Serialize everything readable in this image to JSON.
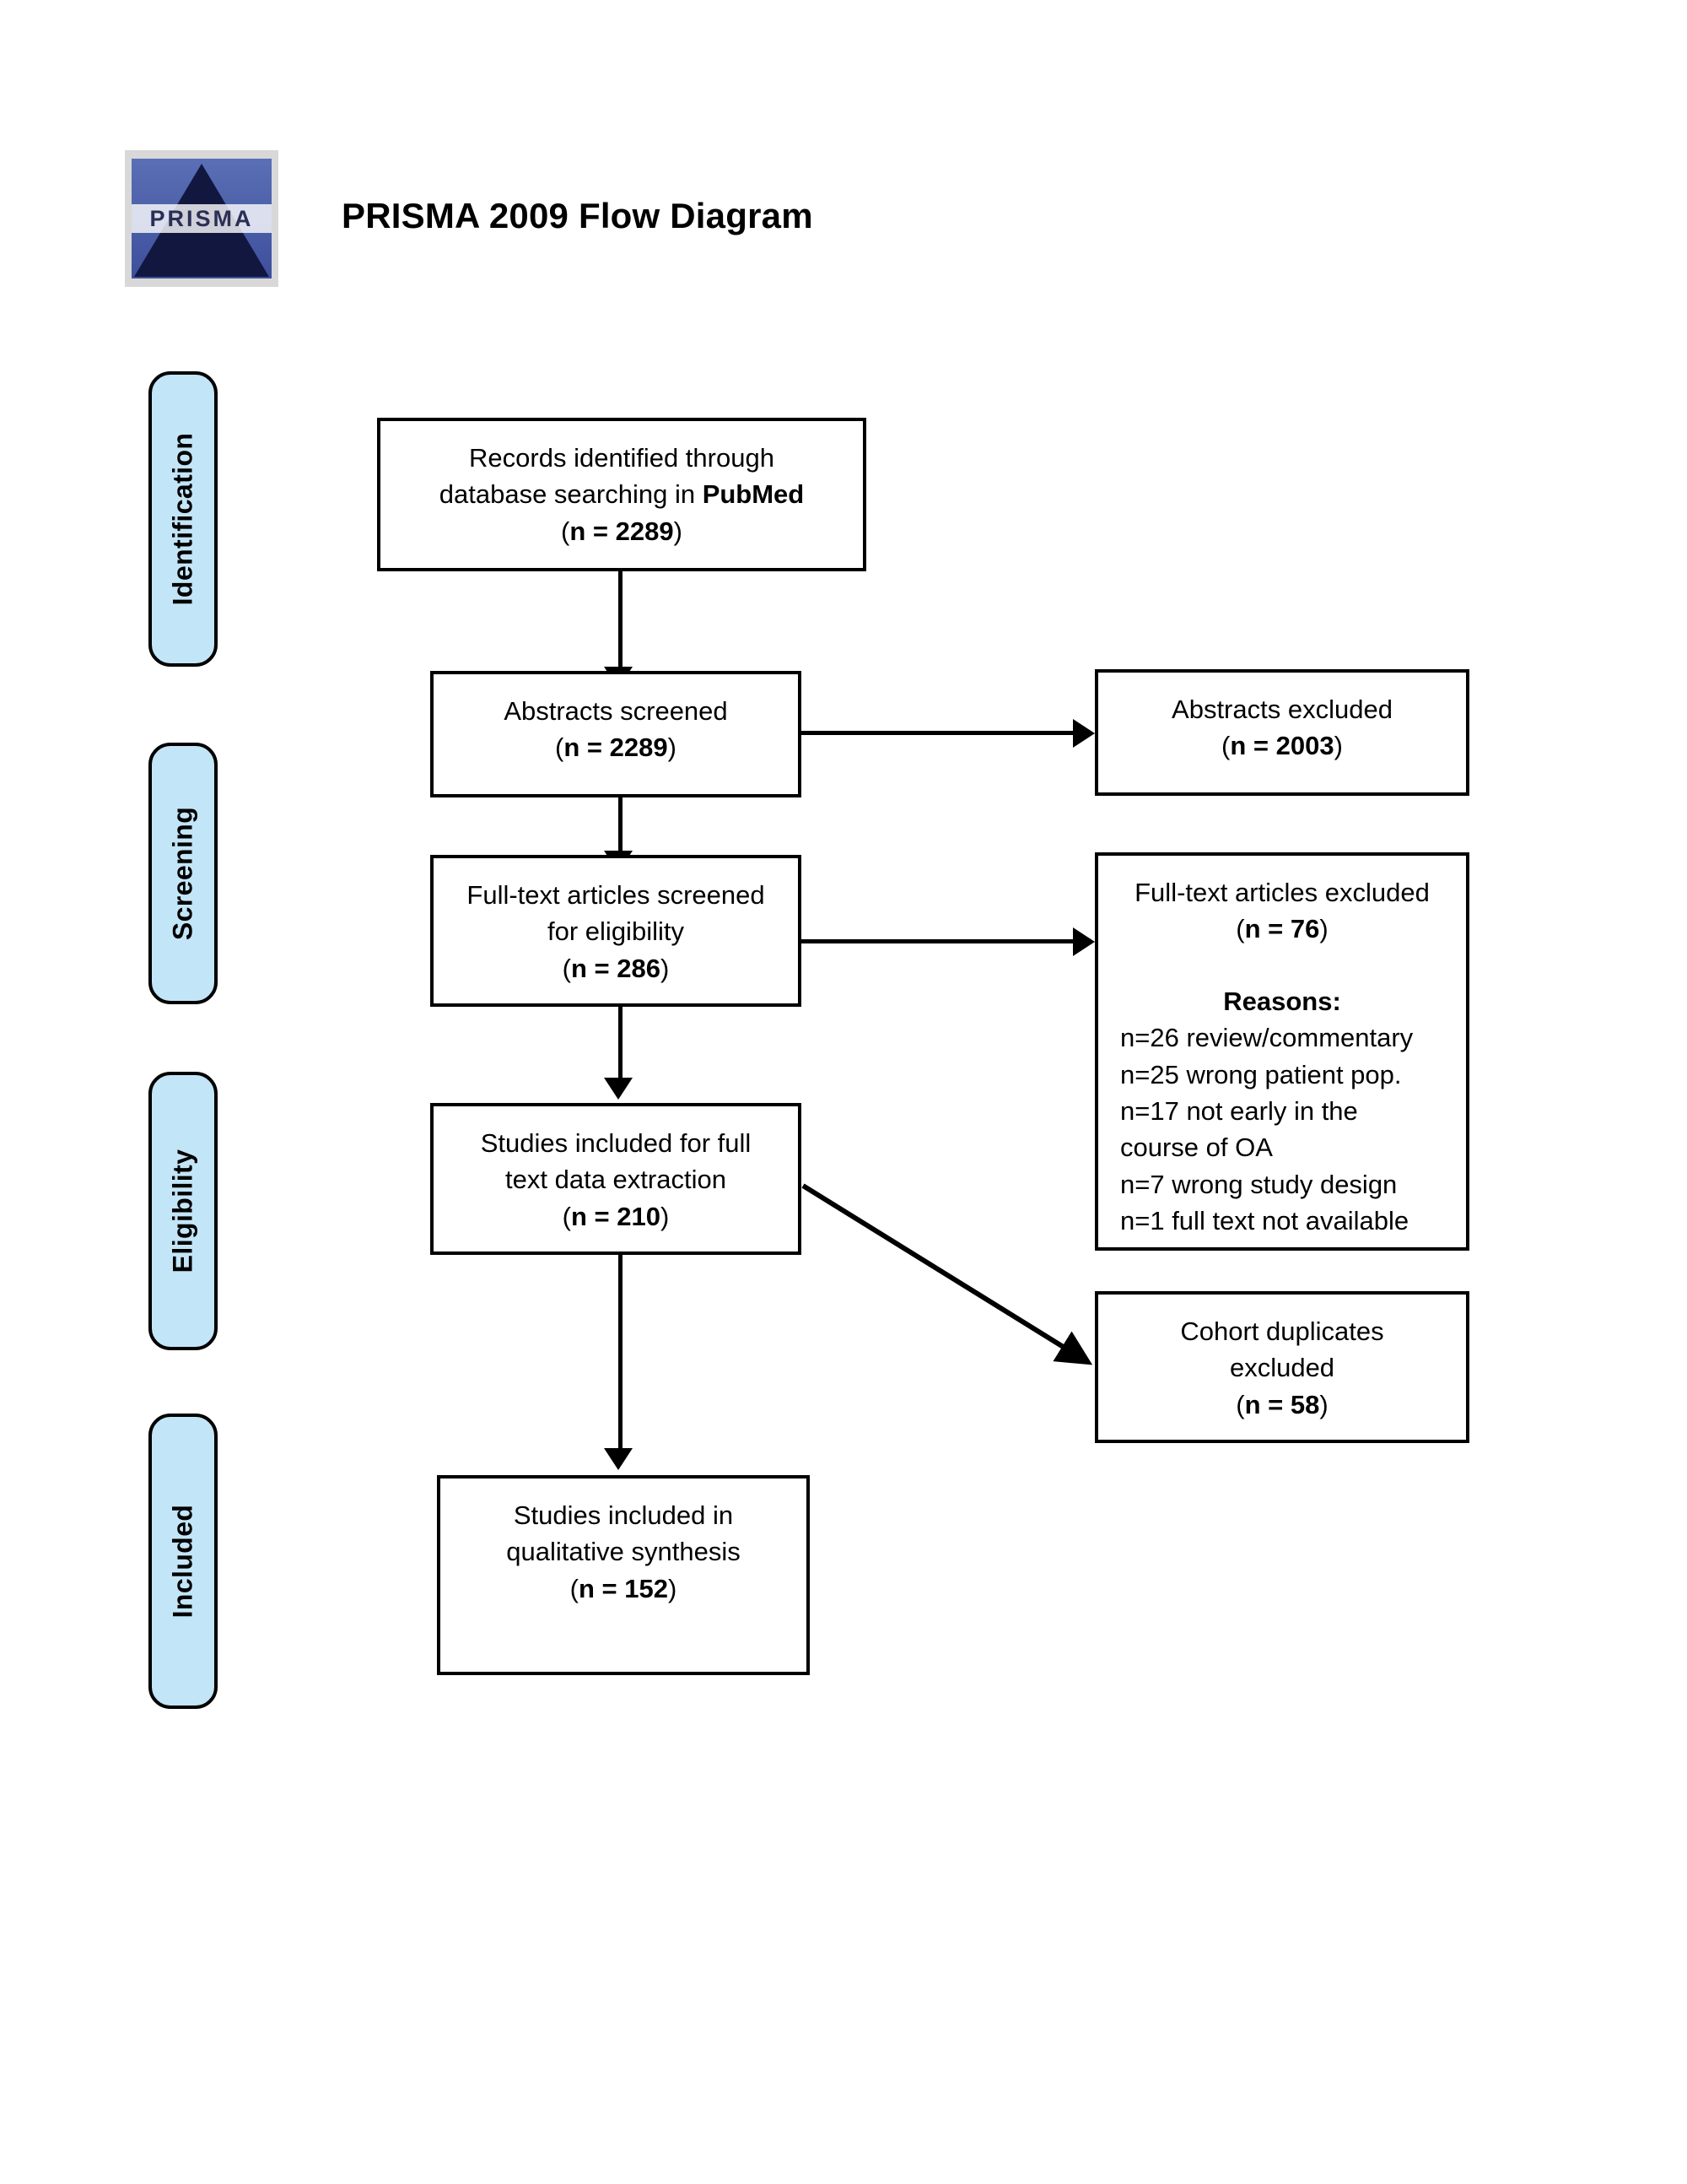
{
  "header": {
    "title": "PRISMA 2009 Flow Diagram",
    "logo_word": "PRISMA"
  },
  "phases": [
    {
      "key": "identification",
      "label": "Identification"
    },
    {
      "key": "screening",
      "label": "Screening"
    },
    {
      "key": "eligibility",
      "label": "Eligibility"
    },
    {
      "key": "included",
      "label": "Included"
    }
  ],
  "boxes": {
    "records_identified": {
      "line1": "Records identified through",
      "line2_pre": "database searching in ",
      "line2_bold": "PubMed",
      "count_open": "(",
      "count_bold": "n = 2289",
      "count_close": ")"
    },
    "abstracts_screened": {
      "line1": "Abstracts screened",
      "count_open": "(",
      "count_bold": "n = 2289",
      "count_close": ")"
    },
    "abstracts_excluded": {
      "line1": "Abstracts excluded",
      "count_open": "(",
      "count_bold": "n = 2003",
      "count_close": ")"
    },
    "fulltext_screened": {
      "line1": "Full-text articles screened",
      "line2": "for eligibility",
      "count_open": "(",
      "count_bold": "n = 286",
      "count_close": ")"
    },
    "fulltext_excluded": {
      "line1": "Full-text articles excluded",
      "count_open": "(",
      "count_bold": "n = 76",
      "count_close": ")",
      "reasons_heading": "Reasons:",
      "reasons": [
        "n=26 review/commentary",
        "n=25 wrong patient pop.",
        "n=17 not early in the",
        "course of OA",
        "n=7 wrong study design",
        "n=1 full text not available"
      ]
    },
    "studies_extraction": {
      "line1": "Studies included for full",
      "line2": "text data extraction",
      "count_open": "(",
      "count_bold": "n = 210",
      "count_close": ")"
    },
    "cohort_duplicates": {
      "line1": "Cohort duplicates",
      "line2": "excluded",
      "count_open": "(",
      "count_bold": "n = 58",
      "count_close": ")"
    },
    "qualitative_synthesis": {
      "line1": "Studies included in",
      "line2": "qualitative synthesis",
      "count_open": "(",
      "count_bold": "n = 152",
      "count_close": ")"
    }
  },
  "colors": {
    "phase_fill": "#c3e5f8",
    "stroke": "#000000",
    "background": "#ffffff"
  }
}
